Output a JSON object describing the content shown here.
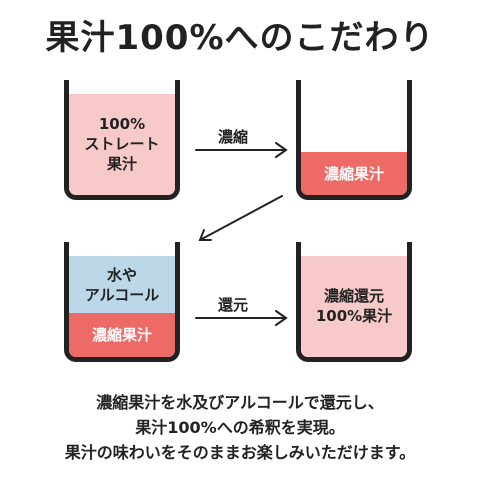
{
  "title": "果汁100%へのこだわり",
  "beakers": [
    {
      "id": "straight",
      "label": "100%\nストレート\n果汁",
      "fill_color": "#f7c9c8",
      "fill_level": 0.88
    },
    {
      "id": "concentrated",
      "label": "濃縮果汁",
      "fill_color": "#ee6a66",
      "fill_level": 0.37
    },
    {
      "id": "water-alcohol",
      "label": "水や\nアルコール",
      "fill_color": "#bcd8e8",
      "fill_level": 0.5
    },
    {
      "id": "concentrate-bottom",
      "label": "濃縮果汁",
      "fill_color": "#ee6a66",
      "fill_level": 0.38
    },
    {
      "id": "restored",
      "label": "濃縮還元\n100%果汁",
      "fill_color": "#f7c9c8",
      "fill_level": 0.88
    }
  ],
  "arrows": {
    "concentrate_label": "濃縮",
    "restore_label": "還元"
  },
  "description": [
    "濃縮果汁を水及びアルコールで還元し、",
    "果汁100%への希釈を実現。",
    "果汁の味わいをそのままお楽しみいただけます。"
  ],
  "colors": {
    "pink": "#f7c9c8",
    "red": "#ee6a66",
    "blue": "#bcd8e8",
    "outline": "#222222"
  }
}
